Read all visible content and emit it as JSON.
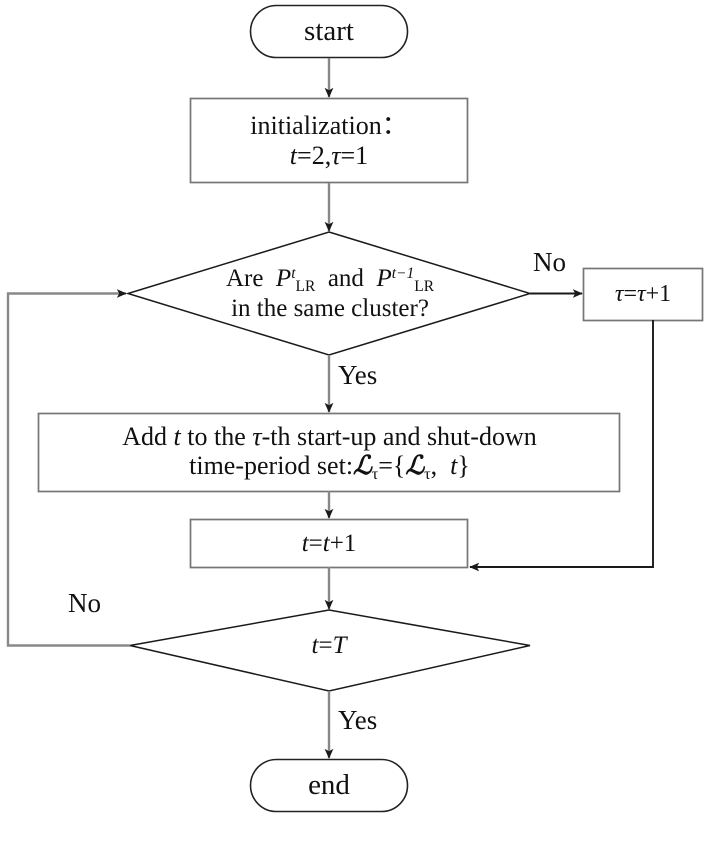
{
  "diagram": {
    "type": "flowchart",
    "title": "Start-up and shut-down time-period clustering flowchart",
    "stroke_color": "#111111",
    "box_stroke_color": "#666666",
    "background": "#ffffff"
  },
  "nodes": {
    "start": {
      "shape": "terminator",
      "label": "start"
    },
    "initialization": {
      "shape": "process",
      "line1": "initialization：",
      "line2_var_t": "t",
      "line2_eq1": "=2,",
      "line2_var_tau": "τ",
      "line2_eq2": "=1"
    },
    "decision_cluster": {
      "shape": "decision",
      "line1_pre": "Are",
      "line1_sym1_base": "P",
      "line1_sym1_sup": "t",
      "line1_sym1_sub": "LR",
      "line1_mid": "and",
      "line1_sym2_base": "P",
      "line1_sym2_sup": "t−1",
      "line1_sym2_sub": "LR",
      "line2": "in the same cluster?"
    },
    "tau_increment": {
      "shape": "process",
      "var_tau": "τ",
      "eq": "=",
      "var_tau2": "τ",
      "plus": "+1"
    },
    "add_time_period": {
      "shape": "process",
      "line1_a": "Add",
      "line1_t": "t",
      "line1_b": "to the",
      "line1_tau": "τ",
      "line1_c": "-th start-up and shut-down",
      "line2_a": "time-period set:",
      "line2_l1": "ℒ",
      "line2_l1_sub": "τ",
      "line2_eq": "={",
      "line2_l2": "ℒ",
      "line2_l2_sub": "τ",
      "line2_comma": ",",
      "line2_t": "t",
      "line2_close": "}"
    },
    "t_increment": {
      "shape": "process",
      "var_t": "t",
      "eq": "=",
      "var_t2": "t",
      "plus": "+1"
    },
    "decision_end": {
      "shape": "decision",
      "var_t": "t",
      "eq": "=",
      "var_T": "T"
    },
    "end": {
      "shape": "terminator",
      "label": "end"
    }
  },
  "edge_labels": {
    "cluster_no": "No",
    "cluster_yes": "Yes",
    "loop_no": "No",
    "end_yes": "Yes"
  }
}
